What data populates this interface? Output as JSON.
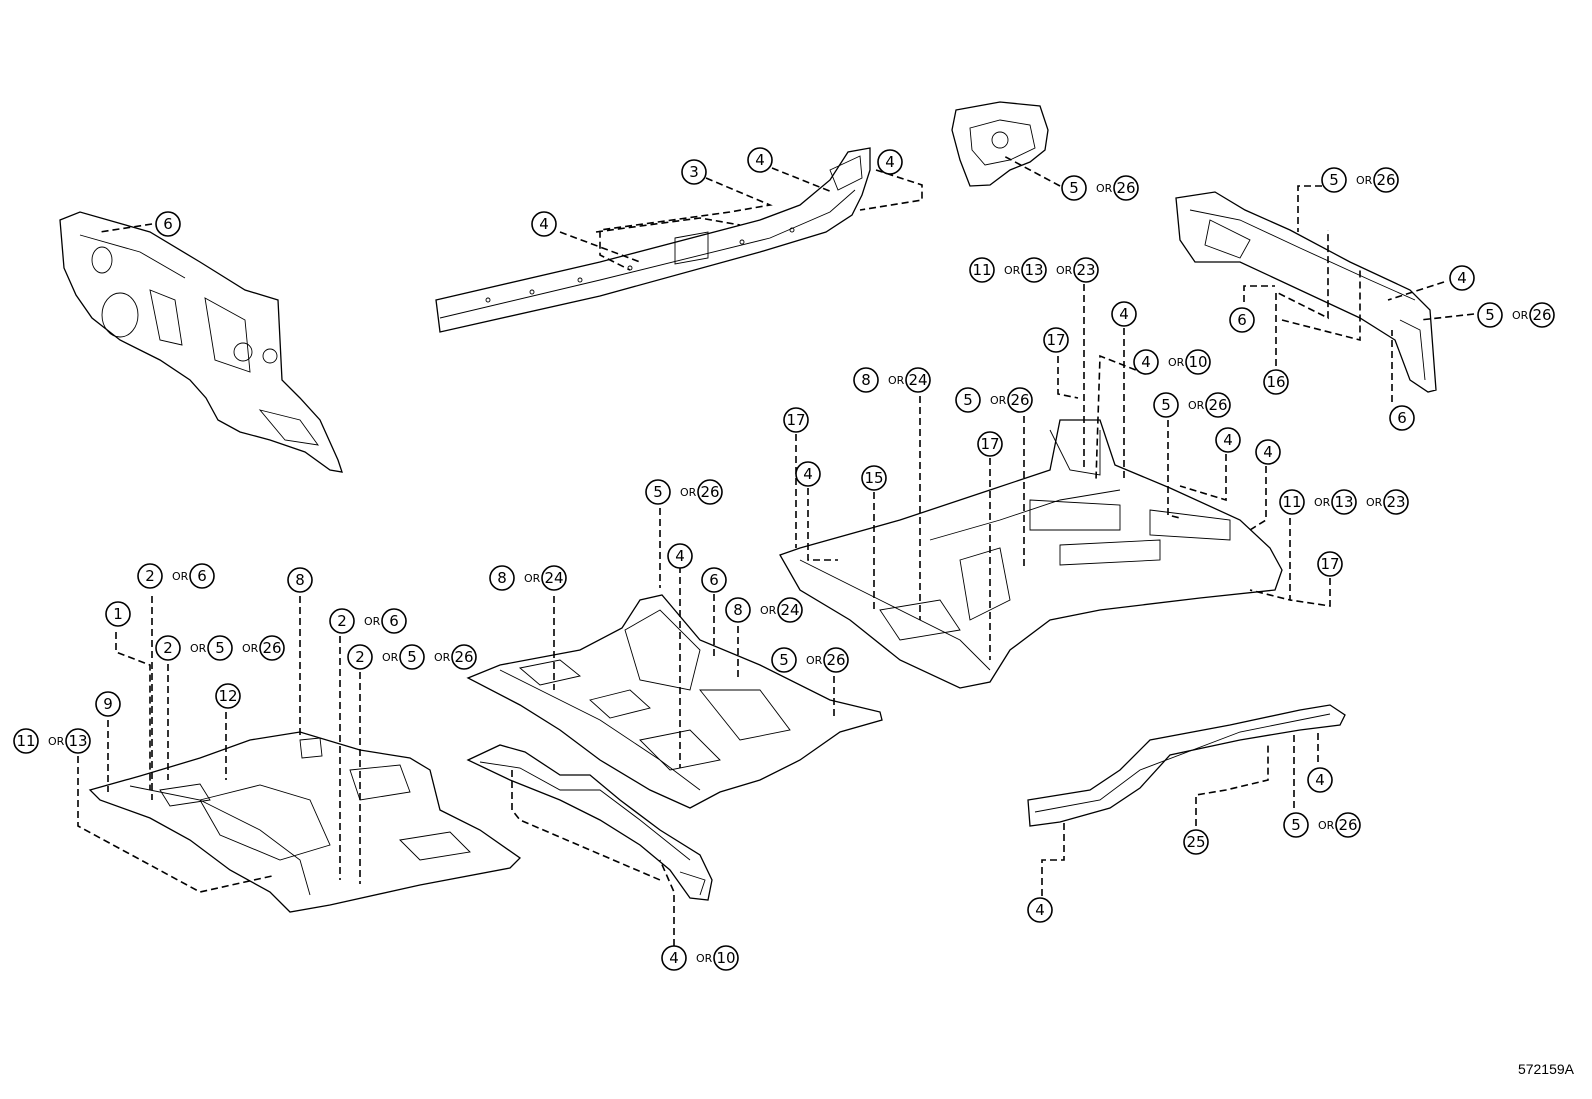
{
  "figure_id": "572159A",
  "or_word": "OR",
  "callouts": [
    {
      "id": "dash-panel-6",
      "parts": [
        "6"
      ]
    },
    {
      "id": "side-member-3",
      "parts": [
        "3"
      ]
    },
    {
      "id": "side-member-4a",
      "parts": [
        "4"
      ]
    },
    {
      "id": "side-member-4b",
      "parts": [
        "4"
      ]
    },
    {
      "id": "side-member-4c",
      "parts": [
        "4"
      ]
    },
    {
      "id": "rear-brace-5-26",
      "parts": [
        "5",
        "26"
      ]
    },
    {
      "id": "rear-member-5-26-top",
      "parts": [
        "5",
        "26"
      ]
    },
    {
      "id": "rear-member-4",
      "parts": [
        "4"
      ]
    },
    {
      "id": "rear-member-5-26-right",
      "parts": [
        "5",
        "26"
      ]
    },
    {
      "id": "rear-member-6-left",
      "parts": [
        "6"
      ]
    },
    {
      "id": "rear-member-16",
      "parts": [
        "16"
      ]
    },
    {
      "id": "rear-member-6-bottom",
      "parts": [
        "6"
      ]
    },
    {
      "id": "rear-floor-11-13-23-top",
      "parts": [
        "11",
        "13",
        "23"
      ]
    },
    {
      "id": "rear-floor-4-top",
      "parts": [
        "4"
      ]
    },
    {
      "id": "rear-floor-17-top",
      "parts": [
        "17"
      ]
    },
    {
      "id": "rear-floor-4-10",
      "parts": [
        "4",
        "10"
      ]
    },
    {
      "id": "rear-floor-8-24",
      "parts": [
        "8",
        "24"
      ]
    },
    {
      "id": "rear-floor-5-26-a",
      "parts": [
        "5",
        "26"
      ]
    },
    {
      "id": "rear-floor-5-26-b",
      "parts": [
        "5",
        "26"
      ]
    },
    {
      "id": "rear-floor-17-left",
      "parts": [
        "17"
      ]
    },
    {
      "id": "rear-floor-17-mid",
      "parts": [
        "17"
      ]
    },
    {
      "id": "rear-floor-4-left",
      "parts": [
        "4"
      ]
    },
    {
      "id": "rear-floor-15",
      "parts": [
        "15"
      ]
    },
    {
      "id": "rear-floor-4-right-a",
      "parts": [
        "4"
      ]
    },
    {
      "id": "rear-floor-4-right-b",
      "parts": [
        "4"
      ]
    },
    {
      "id": "rear-floor-11-13-23-right",
      "parts": [
        "11",
        "13",
        "23"
      ]
    },
    {
      "id": "rear-floor-17-right",
      "parts": [
        "17"
      ]
    },
    {
      "id": "center-floor-5-26-top",
      "parts": [
        "5",
        "26"
      ]
    },
    {
      "id": "center-floor-4",
      "parts": [
        "4"
      ]
    },
    {
      "id": "center-floor-6",
      "parts": [
        "6"
      ]
    },
    {
      "id": "center-floor-8-24-left",
      "parts": [
        "8",
        "24"
      ]
    },
    {
      "id": "center-floor-8-24-right",
      "parts": [
        "8",
        "24"
      ]
    },
    {
      "id": "center-floor-5-26-right",
      "parts": [
        "5",
        "26"
      ]
    },
    {
      "id": "front-floor-2-6-a",
      "parts": [
        "2",
        "6"
      ]
    },
    {
      "id": "front-floor-1",
      "parts": [
        "1"
      ]
    },
    {
      "id": "front-floor-2-5-26-a",
      "parts": [
        "2",
        "5",
        "26"
      ]
    },
    {
      "id": "front-floor-8",
      "parts": [
        "8"
      ]
    },
    {
      "id": "front-floor-2-6-b",
      "parts": [
        "2",
        "6"
      ]
    },
    {
      "id": "front-floor-2-5-26-b",
      "parts": [
        "2",
        "5",
        "26"
      ]
    },
    {
      "id": "front-floor-9",
      "parts": [
        "9"
      ]
    },
    {
      "id": "front-floor-12",
      "parts": [
        "12"
      ]
    },
    {
      "id": "front-floor-11-13",
      "parts": [
        "11",
        "13"
      ]
    },
    {
      "id": "floor-member-4-10",
      "parts": [
        "4",
        "10"
      ]
    },
    {
      "id": "rear-crossmember-4-right",
      "parts": [
        "4"
      ]
    },
    {
      "id": "rear-crossmember-5-26",
      "parts": [
        "5",
        "26"
      ]
    },
    {
      "id": "rear-crossmember-25",
      "parts": [
        "25"
      ]
    },
    {
      "id": "rear-crossmember-4-left",
      "parts": [
        "4"
      ]
    }
  ]
}
